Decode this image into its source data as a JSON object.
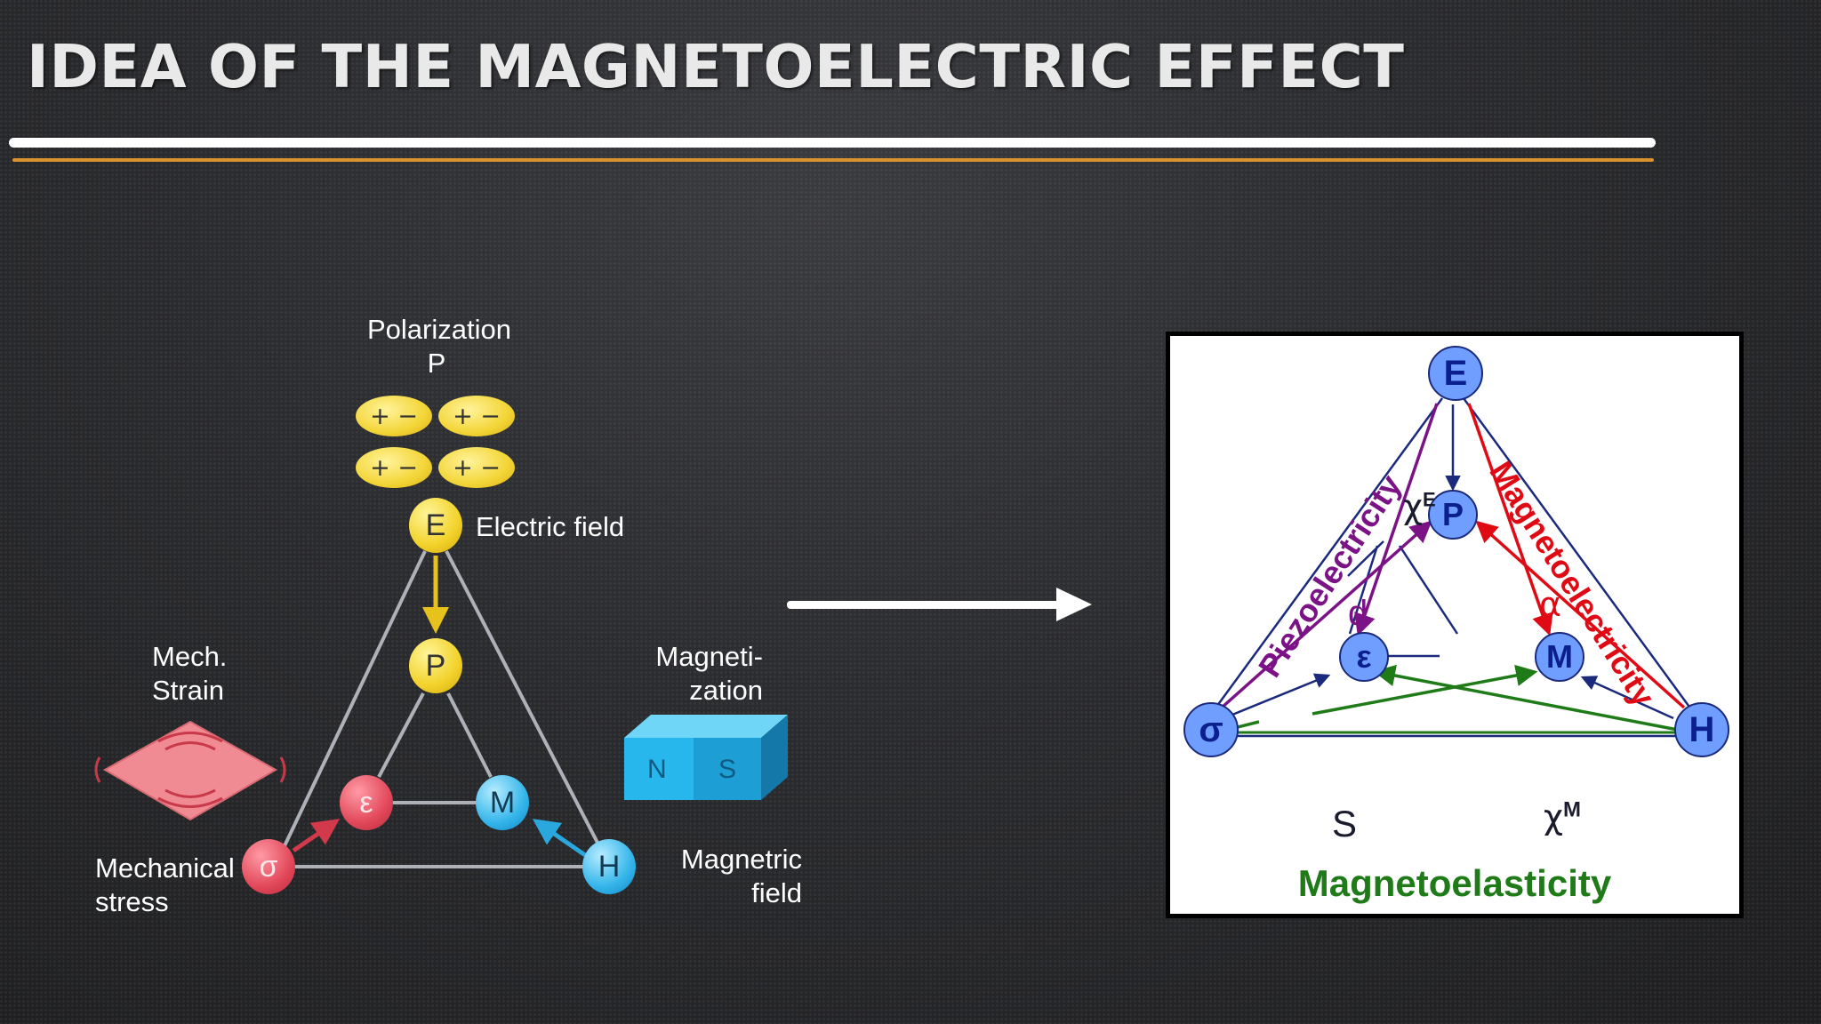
{
  "title": "IDEA OF THE MAGNETOELECTRIC EFFECT",
  "left_diagram": {
    "polarization_label": "Polarization",
    "polarization_symbol": "P",
    "electric_field_label": "Electric field",
    "mech_strain_label_line1": "Mech.",
    "mech_strain_label_line2": "Strain",
    "magnetization_label_line1": "Magneti-",
    "magnetization_label_line2": "zation",
    "mechanical_stress_label_line1": "Mechanical",
    "mechanical_stress_label_line2": "stress",
    "magnetic_field_label_line1": "Magnetric",
    "magnetic_field_label_line2": "field",
    "charge_pair": "+ −",
    "magnet_north": "N",
    "magnet_south": "S",
    "nodes": {
      "E": "E",
      "P": "P",
      "epsilon": "ε",
      "M": "M",
      "sigma": "σ",
      "H": "H"
    }
  },
  "right_diagram": {
    "nodes": {
      "E": "E",
      "P": "P",
      "epsilon": "ε",
      "M": "M",
      "sigma": "σ",
      "H": "H"
    },
    "edge_labels": {
      "piezoelectricity": "Piezoelectricity",
      "magnetoelectricity": "Magnetoelectricity",
      "magnetoelasticity": "Magnetoelasticity"
    },
    "coefficients": {
      "chi_e_base": "χ",
      "chi_e_sup": "E",
      "d": "d",
      "alpha": "α",
      "s": "S",
      "chi_m_base": "χ",
      "chi_m_sup": "M"
    }
  },
  "colors": {
    "background": "#252527",
    "title": "#e9e9e9",
    "rule_white": "#ffffff",
    "rule_orange": "#d9922e",
    "node_yellow": "#f2d22a",
    "node_red": "#e2485a",
    "node_blue": "#34b5ea",
    "right_node_fill": "#6f9eff",
    "right_node_text": "#0b1f8f",
    "piezo_purple": "#7b1286",
    "magnetoelectric_red": "#e00a14",
    "magnetoelastic_green": "#1f7a18",
    "navy": "#1b2a7c"
  }
}
